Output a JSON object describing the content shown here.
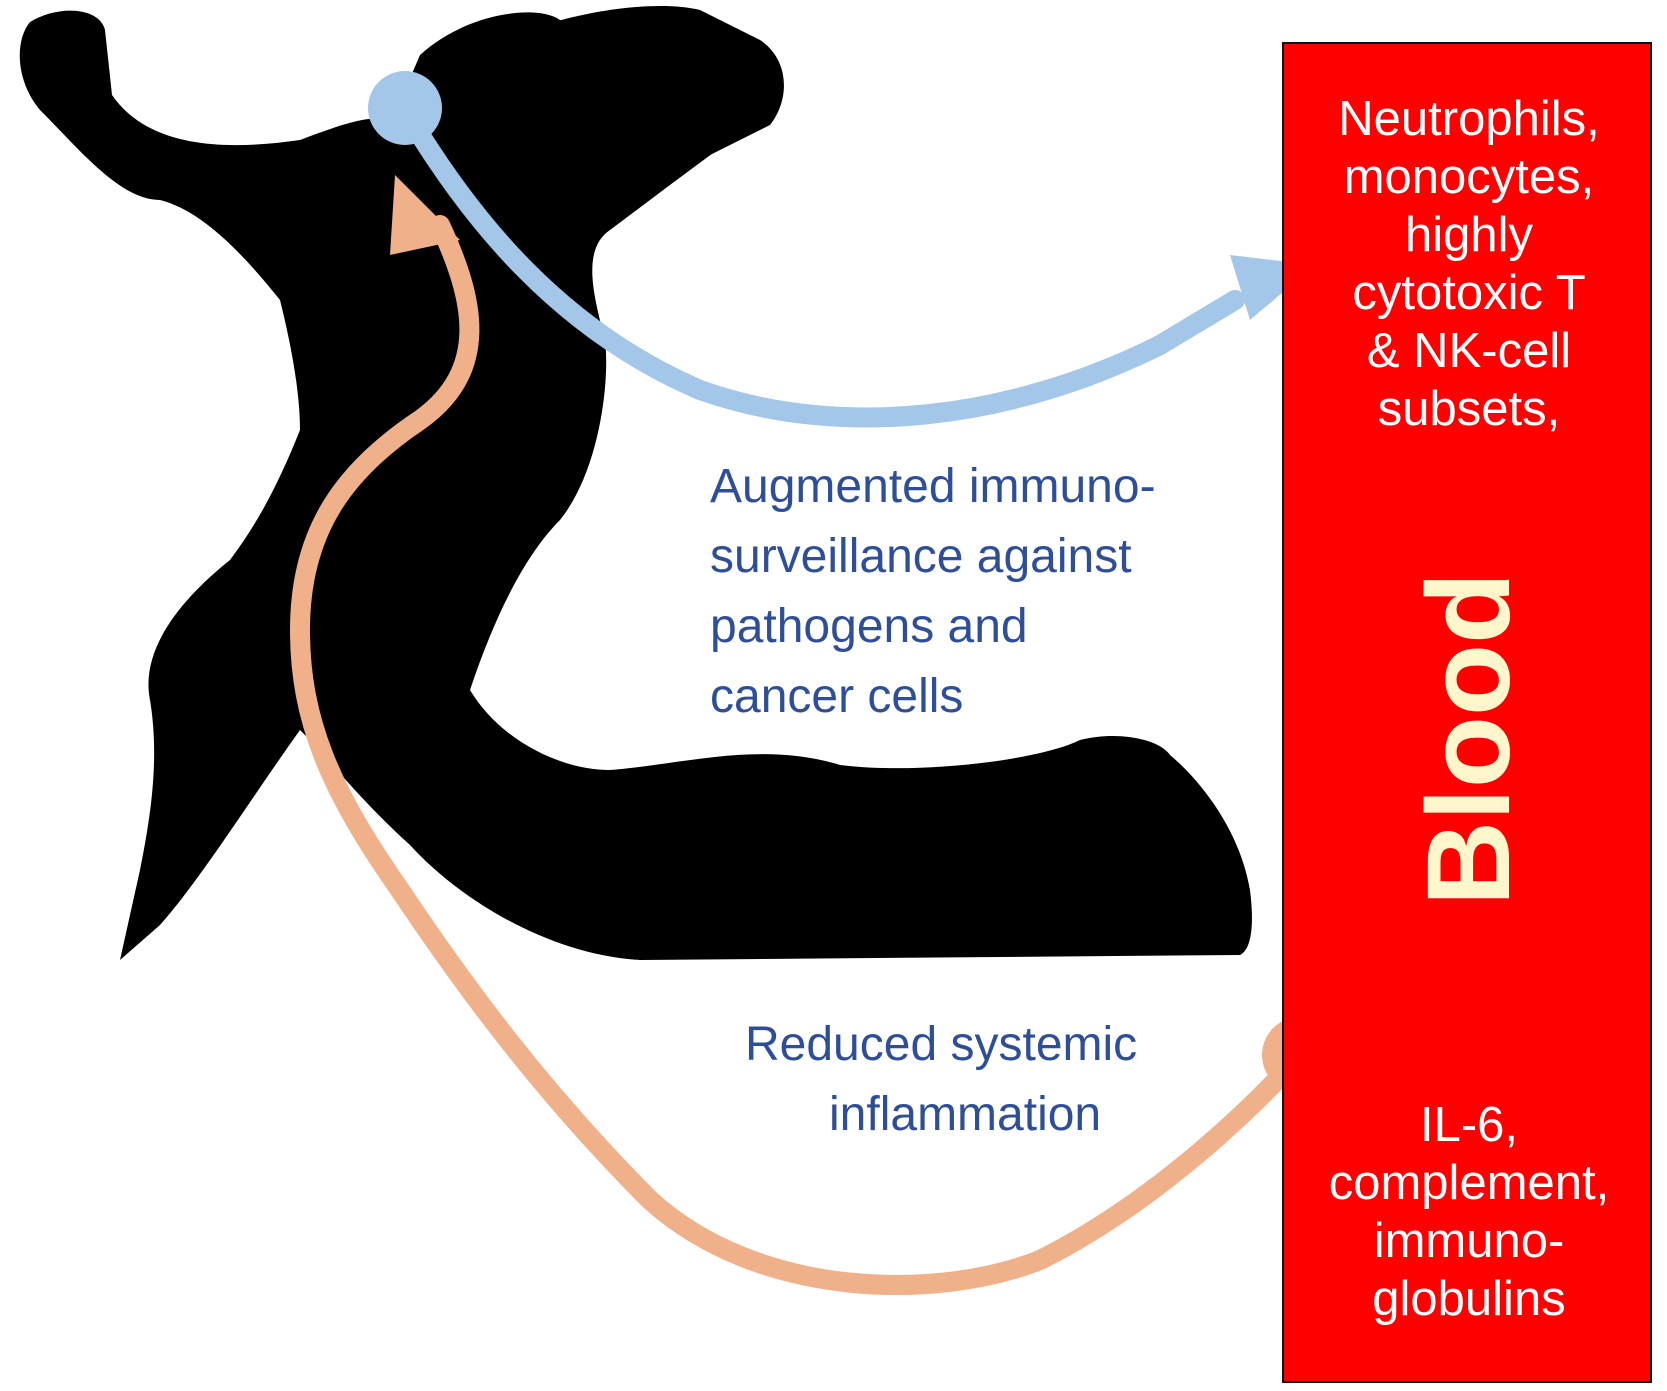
{
  "blood_panel": {
    "title": "Blood",
    "cells_lines": [
      "Neutrophils,",
      "monocytes,",
      "highly",
      "cytotoxic T",
      "& NK-cell",
      "subsets,"
    ],
    "markers_lines": [
      "IL-6,",
      "complement,",
      "immuno-",
      "globulins"
    ],
    "fill_color": "#ff0000",
    "title_color": "#fff7cc"
  },
  "augmented_label": [
    "Augmented immuno-",
    "surveillance against",
    "pathogens and",
    "cancer cells"
  ],
  "reduced_label": [
    "Reduced systemic",
    "inflammation"
  ],
  "colors": {
    "silhouette": "#000000",
    "blue_arrow": "#a4c6e8",
    "orange_arrow": "#f0b08a",
    "label_text": "#2e4f98"
  },
  "icons": [
    "runner-silhouette",
    "blue-arrow",
    "orange-arrow"
  ]
}
